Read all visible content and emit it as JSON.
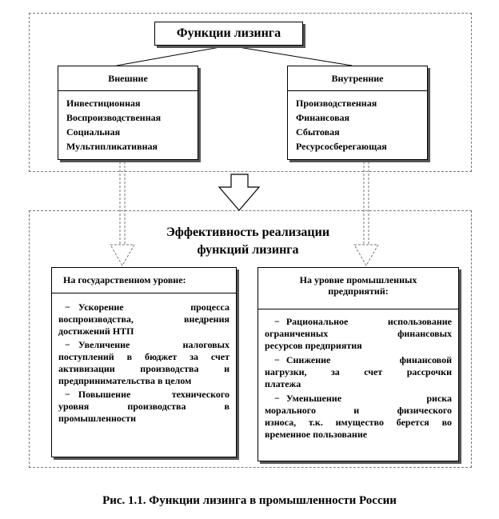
{
  "diagram": {
    "main_title": "Функции лизинга",
    "external": {
      "header": "Внешние",
      "items": [
        "Инвестиционная",
        "Воспроизводственная",
        "Социальная",
        "Мультипликативная"
      ]
    },
    "internal": {
      "header": "Внутренние",
      "items": [
        "Производственная",
        "Финансовая",
        "Сбытовая",
        "Ресурсосберегающая"
      ]
    },
    "efficiency_title_line1": "Эффективность реализации",
    "efficiency_title_line2": "функций лизинга",
    "state_level": {
      "header": "На государственном уровне:",
      "items": [
        {
          "dash": "−",
          "line1": "Ускорение процесса",
          "line2": "воспроизводства, внедрения",
          "line3": "достижений НТП"
        },
        {
          "dash": "−",
          "line1": "Увеличение налоговых",
          "line2": "поступлений в бюджет за счет",
          "line3": "активизации производства и",
          "line4": "предпринимательства в целом"
        },
        {
          "dash": "−",
          "line1": "Повышение технического",
          "line2": "уровня производства в",
          "line3": "промышленности"
        }
      ]
    },
    "enterprise_level": {
      "header_line1": "На уровне промышленных",
      "header_line2": "предприятий:",
      "items": [
        {
          "dash": "−",
          "line1": "Рациональное использование",
          "line2": "ограниченных финансовых",
          "line3": "ресурсов предприятия"
        },
        {
          "dash": "−",
          "line1": "Снижение финансовой",
          "line2": "нагрузки, за счет рассрочки",
          "line3": "платежа"
        },
        {
          "dash": "−",
          "line1": "Уменьшение риска",
          "line2": "морального и физического",
          "line3": "износа, т.к. имущество берется во",
          "line4": "временное пользование"
        }
      ]
    },
    "caption": "Рис. 1.1. Функции лизинга в промышленности России"
  }
}
